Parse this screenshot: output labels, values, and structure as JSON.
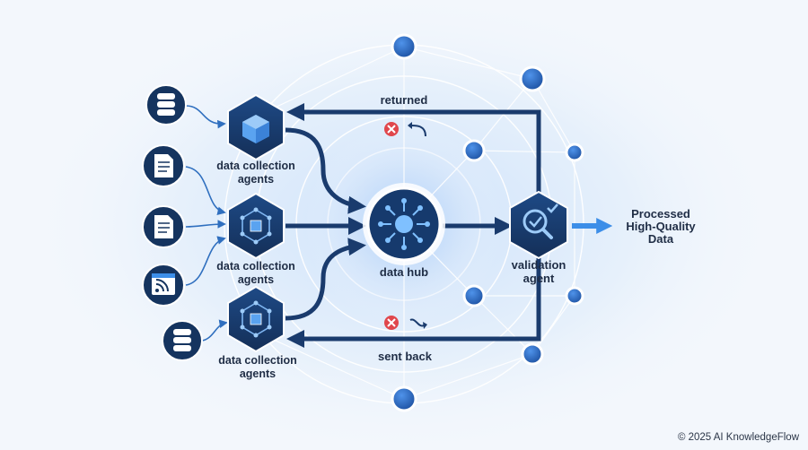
{
  "diagram": {
    "collection_agents": [
      {
        "line1": "data collection",
        "line2": "agents"
      },
      {
        "line1": "data collection",
        "line2": "agents"
      },
      {
        "line1": "data collection",
        "line2": "agents"
      }
    ],
    "hub_label": "data hub",
    "validation_label": {
      "line1": "validation",
      "line2": "agent"
    },
    "output_label": {
      "line1": "Processed",
      "line2": "High-Quality",
      "line3": "Data"
    },
    "returned_label": "returned",
    "sent_back_label": "sent back",
    "sources": [
      "database-icon",
      "document-icon",
      "document-icon",
      "rss-feed-icon",
      "database-icon"
    ],
    "colors": {
      "navy": "#1a3b6d",
      "node_blue": "#1f5bb8",
      "accent_blue": "#3c8ee8",
      "reject_red": "#e0474c"
    }
  },
  "footer": {
    "credit": "© 2025 AI KnowledgeFlow"
  }
}
